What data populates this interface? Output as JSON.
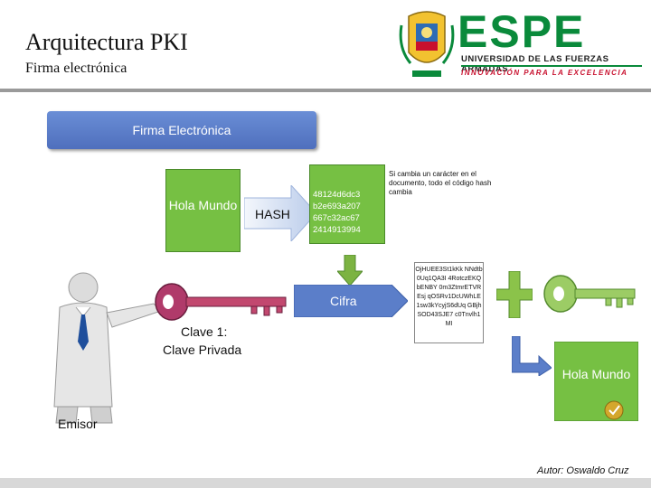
{
  "header": {
    "title": "Arquitectura  PKI",
    "subtitle": "Firma electrónica"
  },
  "logo": {
    "name": "ESPE",
    "university": "UNIVERSIDAD DE LAS FUERZAS ARMADAS",
    "motto": "INNOVACIÓN  PARA LA EXCELENCIA",
    "brand_color": "#0a8a3b",
    "motto_color": "#c8102e"
  },
  "diagram": {
    "banner": "Firma Electrónica",
    "document_text": "Hola Mundo",
    "hash_label": "HASH",
    "hash_value": "48124d6dc3 b2e693a207 667c32ac67 2414913994",
    "hash_note": "Si cambia un carácter en el documento, todo el código hash cambia",
    "cipher_label": "Cifra",
    "cipher_value": "OjHUEE3St1kKk NNdtb0Uq1QA3I 4RotczEKQbENBY 0m3ZtmrETVREsj qOSRv1DcUWhLE 1sw3kYcyjS6dUq GBjhSOD43SJE7 c0Tnvlh1MI",
    "key_label_line1": "Clave 1:",
    "key_label_line2": "Clave Privada",
    "emisor_label": "Emisor",
    "result_document_text": "Hola Mundo",
    "green_color": "#76c043"
  },
  "footer": {
    "author": "Autor: Oswaldo Cruz"
  }
}
